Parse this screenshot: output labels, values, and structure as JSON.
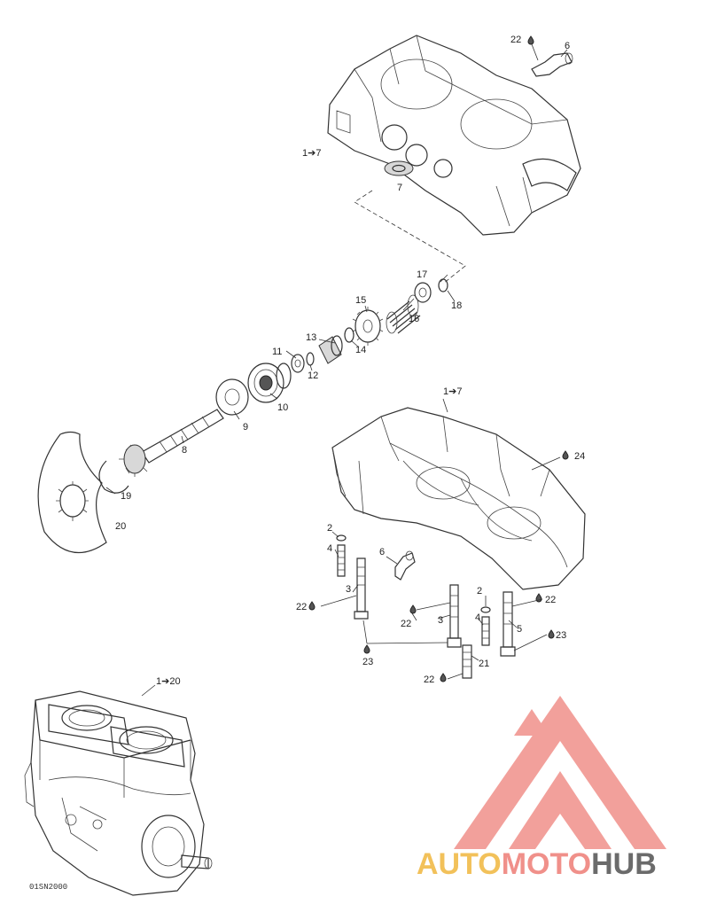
{
  "callouts": {
    "c22_top": "22",
    "c6_top": "6",
    "c1to7_top": "1➔7",
    "c7": "7",
    "c17": "17",
    "c18": "18",
    "c15": "15",
    "c16": "16",
    "c13": "13",
    "c14": "14",
    "c11": "11",
    "c12": "12",
    "c10": "10",
    "c9": "9",
    "c8": "8",
    "c19": "19",
    "c20": "20",
    "c1to7_mid": "1➔7",
    "c24": "24",
    "c2_left": "2",
    "c4_left": "4",
    "c6_mid": "6",
    "c3_left": "3",
    "c22_left": "22",
    "c2_right": "2",
    "c22_right": "22",
    "c22_center": "22",
    "c4_right": "4",
    "c5": "5",
    "c3_center": "3",
    "c23_right": "23",
    "c23_bottom": "23",
    "c21": "21",
    "c22_bottom": "22",
    "c1to20": "1➔20"
  },
  "drawing_code": "01SN2000",
  "logo": {
    "part1": "AUTO",
    "part2": "MOTO",
    "part3": "HUB"
  },
  "colors": {
    "logo_auto": "#f2c15a",
    "logo_moto": "#f0908a",
    "logo_hub": "#6b6b6b",
    "logo_triangle": "#f0908a"
  }
}
